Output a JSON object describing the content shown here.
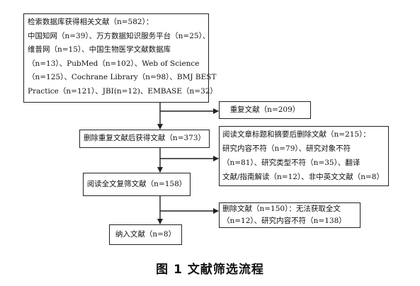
{
  "boxes": {
    "search": {
      "lines": [
        "检索数据库获得相关文献（n=582）：",
        "中国知网（n=39）、万方数据知识服务平台（n=25）、",
        "维普网（n=15）、中国生物医学文献数据库",
        "（n=13）、PubMed（n=102）、Web of Science",
        "（n=125）、Cochrane Library（n=98）、BMJ BEST",
        "Practice（n=121）、JBI(n=12)、EMBASE（n=32）"
      ]
    },
    "duplicates": {
      "text": "重复文献（n=209）"
    },
    "after_dedup": {
      "text": "删除重复文献后获得文献（n=373）"
    },
    "title_abstract_excluded": {
      "lines": [
        "阅读文章标题和摘要后删除文献（n=215）：",
        "研究内容不符（n=79）、研究对象不符",
        "（n=81）、研究类型不符（n=35）、翻译",
        "文献/指南解读（n=12）、非中英文文献（n=8）"
      ]
    },
    "fulltext_review": {
      "text": "阅读全文复筛文献（n=158）"
    },
    "fulltext_excluded": {
      "lines": [
        "删除文献（n=150）：无法获取全文",
        "（n=12）、研究内容不符（n=138）"
      ]
    },
    "included": {
      "text": "纳入文献（n=8）"
    }
  },
  "caption": "图 1    文献筛选流程"
}
